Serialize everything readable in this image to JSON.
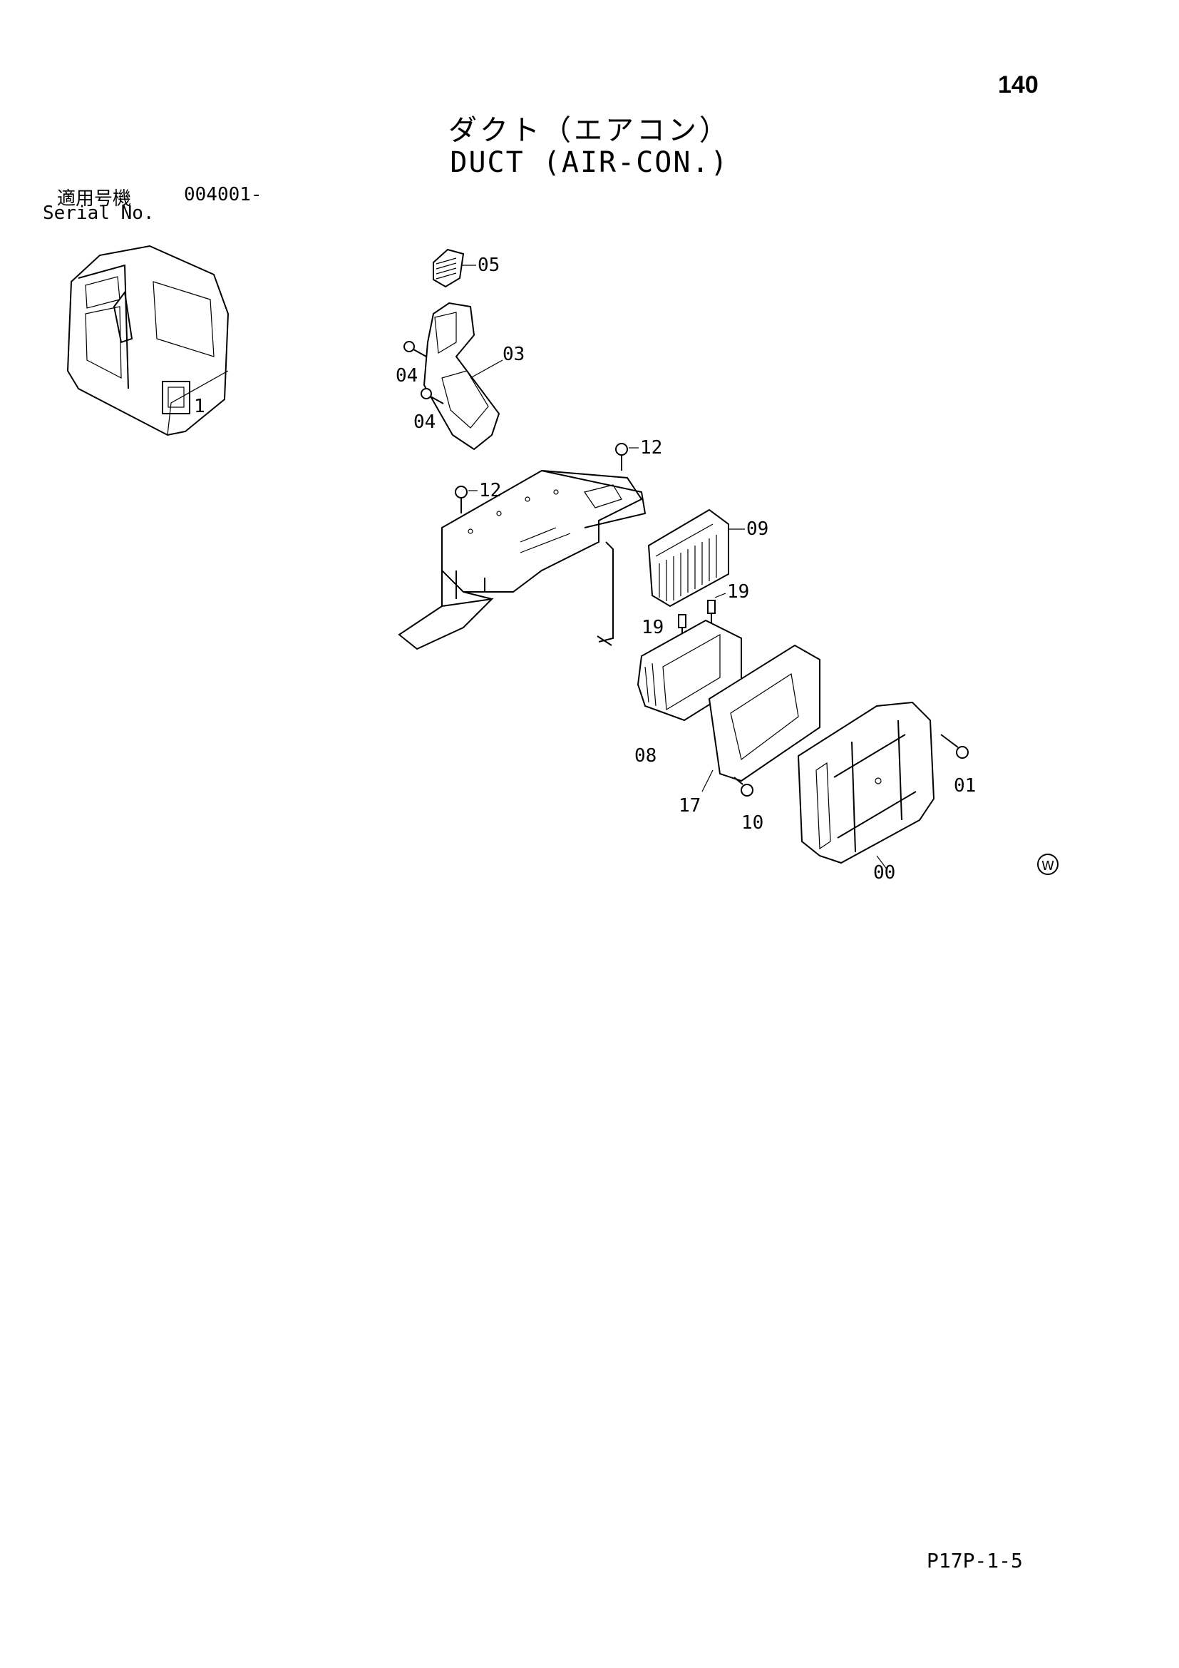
{
  "page_number": "140",
  "title_jp": "ダクト（エアコン）",
  "title_en": "DUCT (AIR-CON.)",
  "serial": {
    "label_jp": "適用号機",
    "label_en": "Serial No.",
    "value": "004001-"
  },
  "parts": [
    {
      "num": "05"
    },
    {
      "num": "03"
    },
    {
      "num": "04"
    },
    {
      "num": "04"
    },
    {
      "num": "12"
    },
    {
      "num": "12"
    },
    {
      "num": "09"
    },
    {
      "num": "19"
    },
    {
      "num": "19"
    },
    {
      "num": "08"
    },
    {
      "num": "17"
    },
    {
      "num": "10"
    },
    {
      "num": "01"
    },
    {
      "num": "00"
    }
  ],
  "mark": "W",
  "footer_code": "P17P-1-5"
}
